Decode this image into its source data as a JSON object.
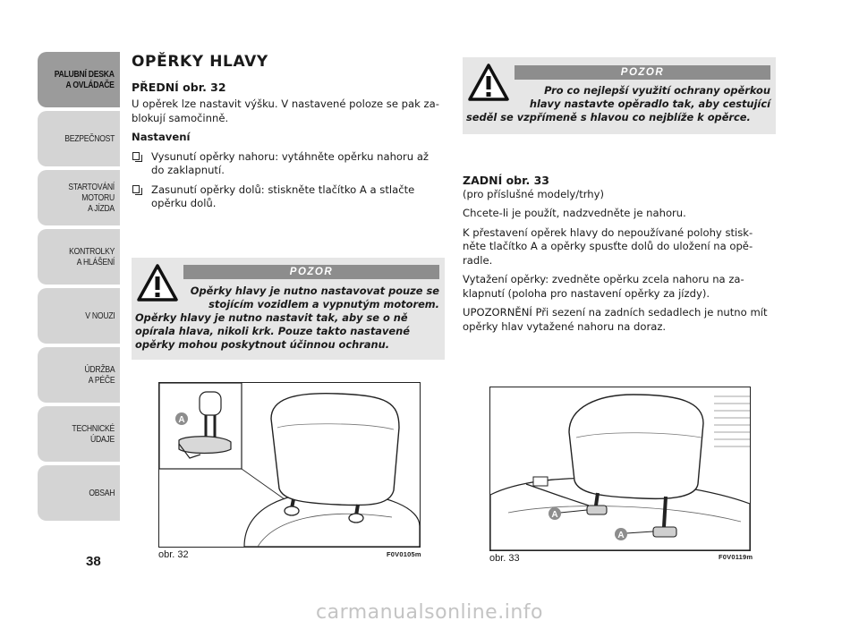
{
  "sidebar": {
    "tabs": [
      {
        "label": "PALUBNÍ DESKA\nA OVLÁDAČE",
        "active": true
      },
      {
        "label": "BEZPEČNOST",
        "active": false
      },
      {
        "label": "STARTOVÁNÍ\nMOTORU\nA JÍZDA",
        "active": false
      },
      {
        "label": "KONTROLKY\nA HLÁŠENÍ",
        "active": false
      },
      {
        "label": "V NOUZI",
        "active": false
      },
      {
        "label": "ÚDRŽBA\nA PÉČE",
        "active": false
      },
      {
        "label": "TECHNICKÉ\nÚDAJE",
        "active": false
      },
      {
        "label": "OBSAH",
        "active": false
      }
    ]
  },
  "page_number": "38",
  "main": {
    "title": "OPĚRKY HLAVY",
    "front": {
      "heading": "PŘEDNÍ obr. 32",
      "intro": "U opěrek lze nastavit výšku. V nastavené poloze se pak za-blokují samočinně.",
      "setting_label": "Nastavení",
      "items": [
        "Vysunutí opěrky nahoru: vytáhněte opěrku nahoru až do zaklapnutí.",
        "Zasunutí opěrky dolů: stiskněte tlačítko A a stlačte opěrku dolů."
      ]
    },
    "rear": {
      "heading": "ZADNÍ obr. 33",
      "subheading": "(pro příslušné modely/trhy)",
      "paragraphs": [
        "Chcete-li je použít, nadzvedněte je nahoru.",
        "K přestavení opěrek hlavy do nepoužívané polohy stisk-něte tlačítko A a opěrky spusťte dolů do uložení na opě-radle.",
        "Vytažení opěrky: zvedněte opěrku zcela nahoru na za-klapnutí (poloha pro nastavení opěrky za jízdy).",
        "UPOZORNĚNÍ Při sezení na zadních sedadlech je nutno mít opěrky hlav vytažené nahoru na doraz."
      ]
    }
  },
  "warnings": {
    "left": {
      "label": "POZOR",
      "lead": "Opěrky hlavy je nutno nastavovat pouze se stojícím vozidlem a vypnutým motorem.",
      "rest": "Opěrky hlavy je nutno nastavit tak, aby se o ně opírala hlava, nikoli krk. Pouze takto nastavené opěrky mohou poskytnout účinnou ochranu."
    },
    "right": {
      "label": "POZOR",
      "lead": "Pro co nejlepší využití ochrany opěrkou hlavy nastavte opěradlo tak, aby cestující",
      "rest": "seděl se vzpřímeně s hlavou co nejblíže k opěrce."
    }
  },
  "figures": {
    "fig32": {
      "caption": "obr. 32",
      "code": "F0V0105m",
      "callout": "A"
    },
    "fig33": {
      "caption": "obr. 33",
      "code": "F0V0119m",
      "callouts": [
        "A",
        "A"
      ]
    }
  },
  "watermark": "carmanualsonline.info",
  "colors": {
    "tab_bg": "#d4d4d4",
    "tab_active": "#9b9b9b",
    "warn_bg": "#e6e6e6",
    "warn_header": "#8d8d8d"
  }
}
